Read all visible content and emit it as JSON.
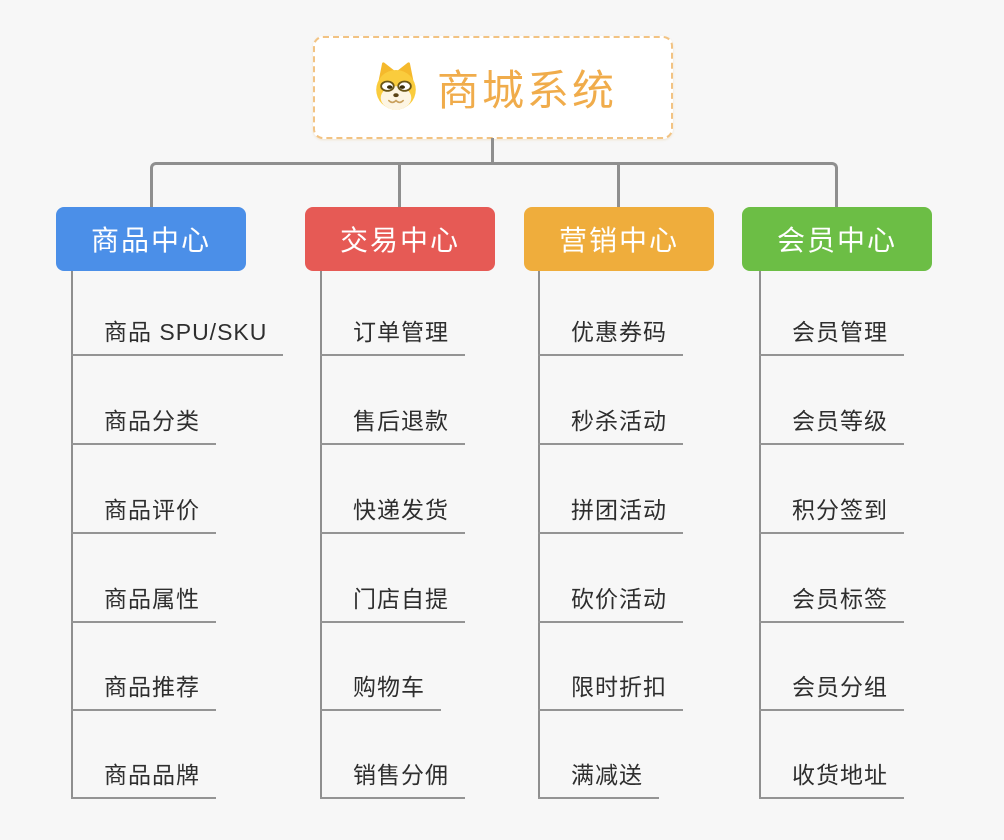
{
  "root": {
    "title": "商城系统",
    "icon": "doge-icon"
  },
  "branches": [
    {
      "label": "商品中心",
      "color": "#4b8fe8",
      "items": [
        "商品 SPU/SKU",
        "商品分类",
        "商品评价",
        "商品属性",
        "商品推荐",
        "商品品牌"
      ]
    },
    {
      "label": "交易中心",
      "color": "#e65a55",
      "items": [
        "订单管理",
        "售后退款",
        "快递发货",
        "门店自提",
        "购物车",
        "销售分佣"
      ]
    },
    {
      "label": "营销中心",
      "color": "#efad3c",
      "items": [
        "优惠券码",
        "秒杀活动",
        "拼团活动",
        "砍价活动",
        "限时折扣",
        "满减送"
      ]
    },
    {
      "label": "会员中心",
      "color": "#6cbe45",
      "items": [
        "会员管理",
        "会员等级",
        "积分签到",
        "会员标签",
        "会员分组",
        "收货地址"
      ]
    }
  ],
  "colors": {
    "background": "#f7f7f7",
    "connector": "#8f8f8f",
    "leaf_underline": "#949494",
    "leaf_text": "#2e2e2e",
    "root_accent": "#f0ac4b",
    "root_border": "#f2c383"
  }
}
